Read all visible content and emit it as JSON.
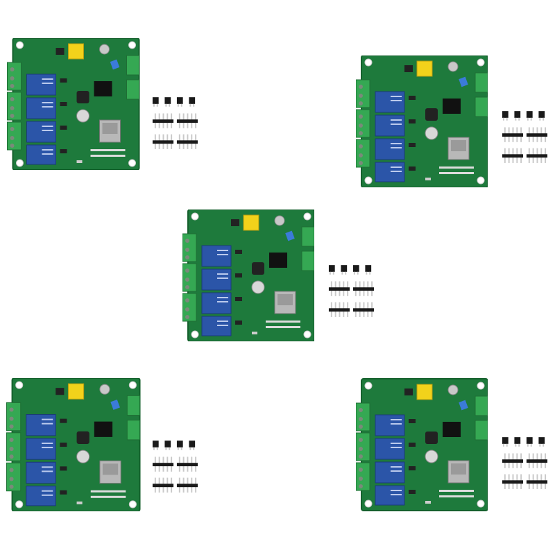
{
  "scene": {
    "background": "#ffffff",
    "item_count": 5,
    "items": [
      {
        "name": "relay-board-set-1"
      },
      {
        "name": "relay-board-set-2"
      },
      {
        "name": "relay-board-set-3"
      },
      {
        "name": "relay-board-set-4"
      },
      {
        "name": "relay-board-set-5"
      }
    ]
  },
  "colors": {
    "pcb": "#1e7a3c",
    "relay": "#2b55a8",
    "terminal": "#35a853",
    "header": "#1a1a1a",
    "pin": "#c9c9c9",
    "module": "#b8b8b8",
    "regulator": "#f2d21b"
  }
}
